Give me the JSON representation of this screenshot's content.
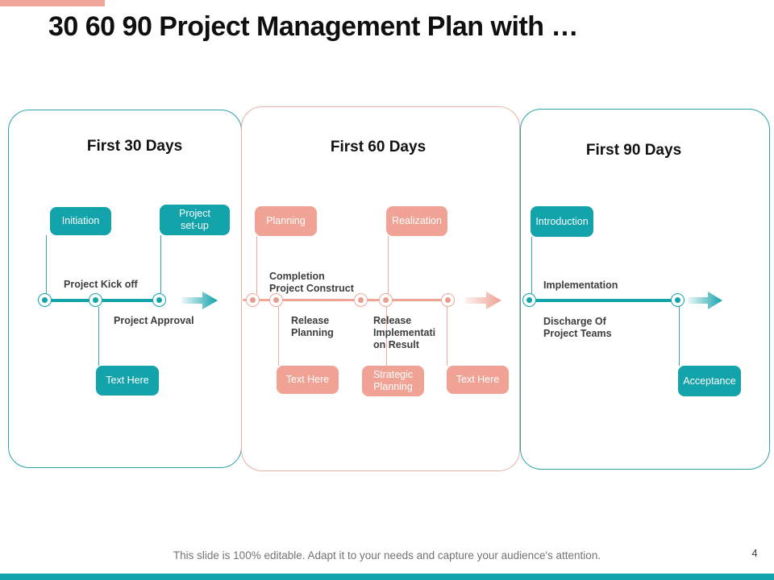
{
  "header": {
    "title": "30 60 90 Project Management Plan with …"
  },
  "colors": {
    "teal": "#12a3ab",
    "salmon": "#f0a394",
    "teal_border": "#2aa3aa",
    "salmon_border": "#e6b0a0",
    "label_text": "#3d3d3d"
  },
  "panel30": {
    "title": "First 30 Days",
    "box_initiation": "Initiation",
    "box_setup": "Project\nset-up",
    "box_text_here": "Text Here",
    "label_kick_off": "Project Kick off",
    "label_approval": "Project Approval"
  },
  "panel60": {
    "title": "First 60 Days",
    "box_planning": "Planning",
    "box_realization": "Realization",
    "box_text_here_1": "Text Here",
    "box_strategic": "Strategic\nPlanning",
    "box_text_here_2": "Text Here",
    "label_completion": "Completion\nProject Construct",
    "label_release_planning": "Release\nPlanning",
    "label_release_impl": "Release\nImplementati\non Result"
  },
  "panel90": {
    "title": "First 90 Days",
    "box_introduction": "Introduction",
    "box_acceptance": "Acceptance",
    "label_implementation": "Implementation",
    "label_discharge": "Discharge Of\nProject Teams"
  },
  "footer": {
    "note": "This slide is 100% editable. Adapt it to your needs and capture your audience's attention.",
    "page_number": "4"
  }
}
